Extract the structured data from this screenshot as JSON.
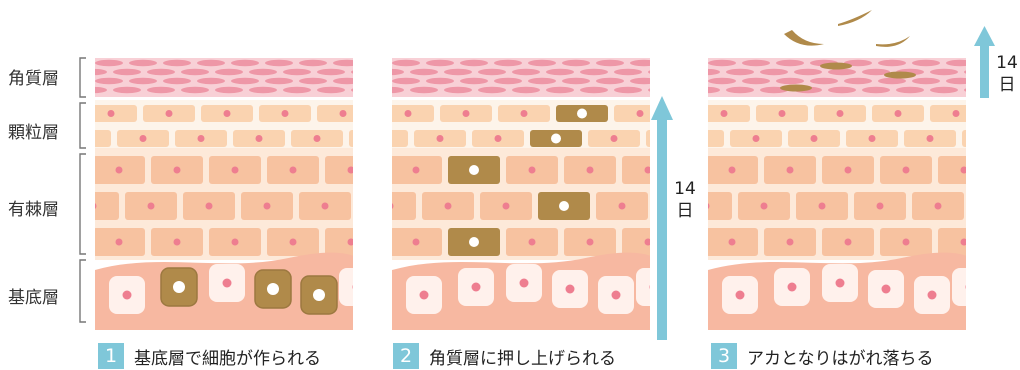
{
  "layers": [
    {
      "label": "角質層"
    },
    {
      "label": "顆粒層"
    },
    {
      "label": "有棘層"
    },
    {
      "label": "基底層"
    }
  ],
  "steps": [
    {
      "num": "1",
      "text": "基底層で細胞が作られる"
    },
    {
      "num": "2",
      "text": "角質層に押し上げられる"
    },
    {
      "num": "3",
      "text": "アカとなりはがれ落ちる"
    }
  ],
  "days_label": {
    "num": "14",
    "unit": "日"
  },
  "colors": {
    "corneum_bg": "#f8d0d6",
    "corneum_cell": "#ee97a7",
    "granular_bg": "#fdf4ea",
    "granular_cell": "#fad3b0",
    "spinous_bg": "#fde9d9",
    "spinous_cell": "#f7c2a0",
    "basal_bg": "#f7b8a1",
    "basal_cell": "#fff1ec",
    "nucleus": "#ee7e90",
    "brown_cell": "#b08a4a",
    "arrow": "#7fc7d9",
    "number_box": "#7fc7d9"
  }
}
